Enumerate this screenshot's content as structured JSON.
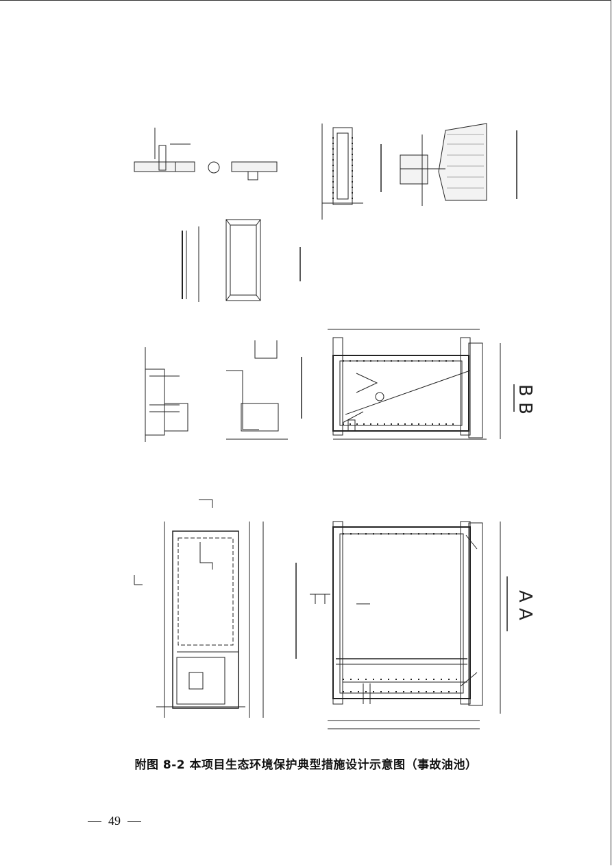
{
  "caption": "附图 8-2 本项目生态环境保护典型措施设计示意图（事故油池）",
  "page_number": "49",
  "drawing_titles": {
    "section_a": "A A",
    "section_b": "B B"
  }
}
